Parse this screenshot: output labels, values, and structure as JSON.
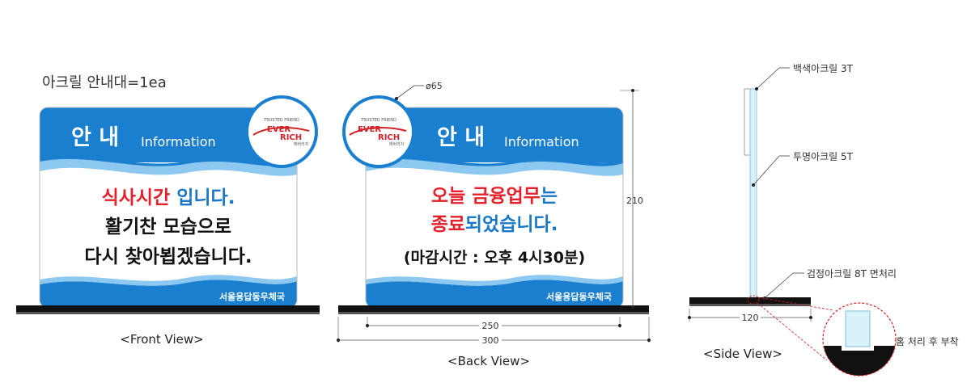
{
  "title": "아크릴 안내대=1ea",
  "front": {
    "header_main": "안 내",
    "header_sub": "Information",
    "line1_red": "식사시간",
    "line1_blue": " 입니다.",
    "line2": "활기찬 모습으로",
    "line3": "다시 찾아뵙겠습니다.",
    "footer": "서울용답동우체국",
    "caption": "<Front View>"
  },
  "back": {
    "header_main": "안 내",
    "header_sub": "Information",
    "line1_red": "오늘 금융업무",
    "line1_blue": "는",
    "line2_red": "종료",
    "line2_blue": "되었습니다.",
    "line3": "(마감시간 : 오후 4시30분)",
    "footer": "서울용답동우체국",
    "caption": "<Back View>",
    "dim_circle": "ø65",
    "dim_height": "210",
    "dim_inner_width": "250",
    "dim_outer_width": "300"
  },
  "logo": {
    "top_text": "TRUSTED FRIEND",
    "word1": "EVER",
    "word2": "RICH",
    "bottom_text": "에버리치"
  },
  "side": {
    "label_top": "백색아크릴 3T",
    "label_mid": "투명아크릴 5T",
    "label_base": "검정아크릴 8T 면처리",
    "dim_base": "120",
    "detail_label": "홈 처리 후 부착",
    "caption": "<Side View>"
  },
  "colors": {
    "blue": "#1b7fd0",
    "blue_light": "#8cc8ef",
    "red": "#e4202a",
    "text_blue": "#1a77c8",
    "black": "#111111",
    "logo_red": "#d2232a"
  }
}
